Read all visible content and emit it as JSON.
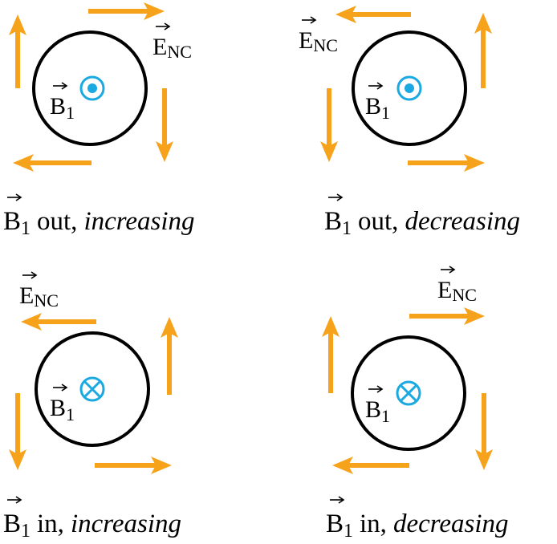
{
  "colors": {
    "arrow": "#F7A21B",
    "loop": "#000000",
    "field": "#1BA9E1",
    "text": "#000000"
  },
  "panels": [
    {
      "field_direction": "out",
      "field_label": {
        "symbol": "B",
        "subscript": "1"
      },
      "enc_label": {
        "symbol": "E",
        "subscript": "NC"
      },
      "caption": {
        "symbol": "B",
        "subscript": "1",
        "direction": "out,",
        "change": "increasing"
      },
      "circulation": "clockwise"
    },
    {
      "field_direction": "out",
      "field_label": {
        "symbol": "B",
        "subscript": "1"
      },
      "enc_label": {
        "symbol": "E",
        "subscript": "NC"
      },
      "caption": {
        "symbol": "B",
        "subscript": "1",
        "direction": "out,",
        "change": "decreasing"
      },
      "circulation": "counterclockwise"
    },
    {
      "field_direction": "in",
      "field_label": {
        "symbol": "B",
        "subscript": "1"
      },
      "enc_label": {
        "symbol": "E",
        "subscript": "NC"
      },
      "caption": {
        "symbol": "B",
        "subscript": "1",
        "direction": "in,",
        "change": "increasing"
      },
      "circulation": "counterclockwise"
    },
    {
      "field_direction": "in",
      "field_label": {
        "symbol": "B",
        "subscript": "1"
      },
      "enc_label": {
        "symbol": "E",
        "subscript": "NC"
      },
      "caption": {
        "symbol": "B",
        "subscript": "1",
        "direction": "in,",
        "change": "decreasing"
      },
      "circulation": "clockwise"
    }
  ]
}
